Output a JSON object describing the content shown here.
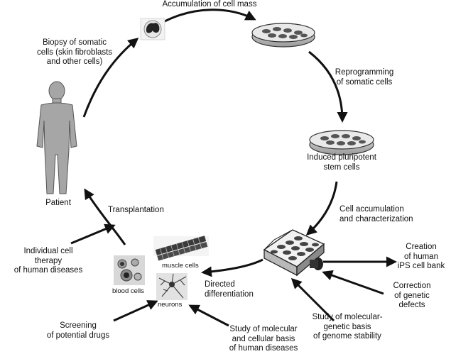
{
  "labels": {
    "accumulation": "Accumulation of cell mass",
    "biopsy": [
      "Biopsy of somatic",
      "cells (skin fibroblasts",
      "and other cells)"
    ],
    "reprogramming": [
      "Reprogramming",
      "of somatic cells"
    ],
    "ipsc": [
      "Induced pluripotent",
      "stem cells"
    ],
    "cell_accumulation": [
      "Cell accumulation",
      "and characterization"
    ],
    "patient": "Patient",
    "transplantation": "Transplantation",
    "individual_therapy": [
      "Individual cell",
      "therapy",
      "of human diseases"
    ],
    "muscle_cells": "muscle cells",
    "blood_cells": "blood cells",
    "neurons": "neurons",
    "directed_diff": [
      "Directed",
      "differentiation"
    ],
    "bank": [
      "Creation",
      "of human",
      "iPS cell bank"
    ],
    "correction": [
      "Correction",
      "of genetic",
      "defects"
    ],
    "genome": [
      "Study of molecular-",
      "genetic basis",
      "of genome stability"
    ],
    "diseases": [
      "Study of molecular",
      "and cellular basis",
      "of human diseases"
    ],
    "screening": [
      "Screening",
      "of potential drugs"
    ]
  }
}
